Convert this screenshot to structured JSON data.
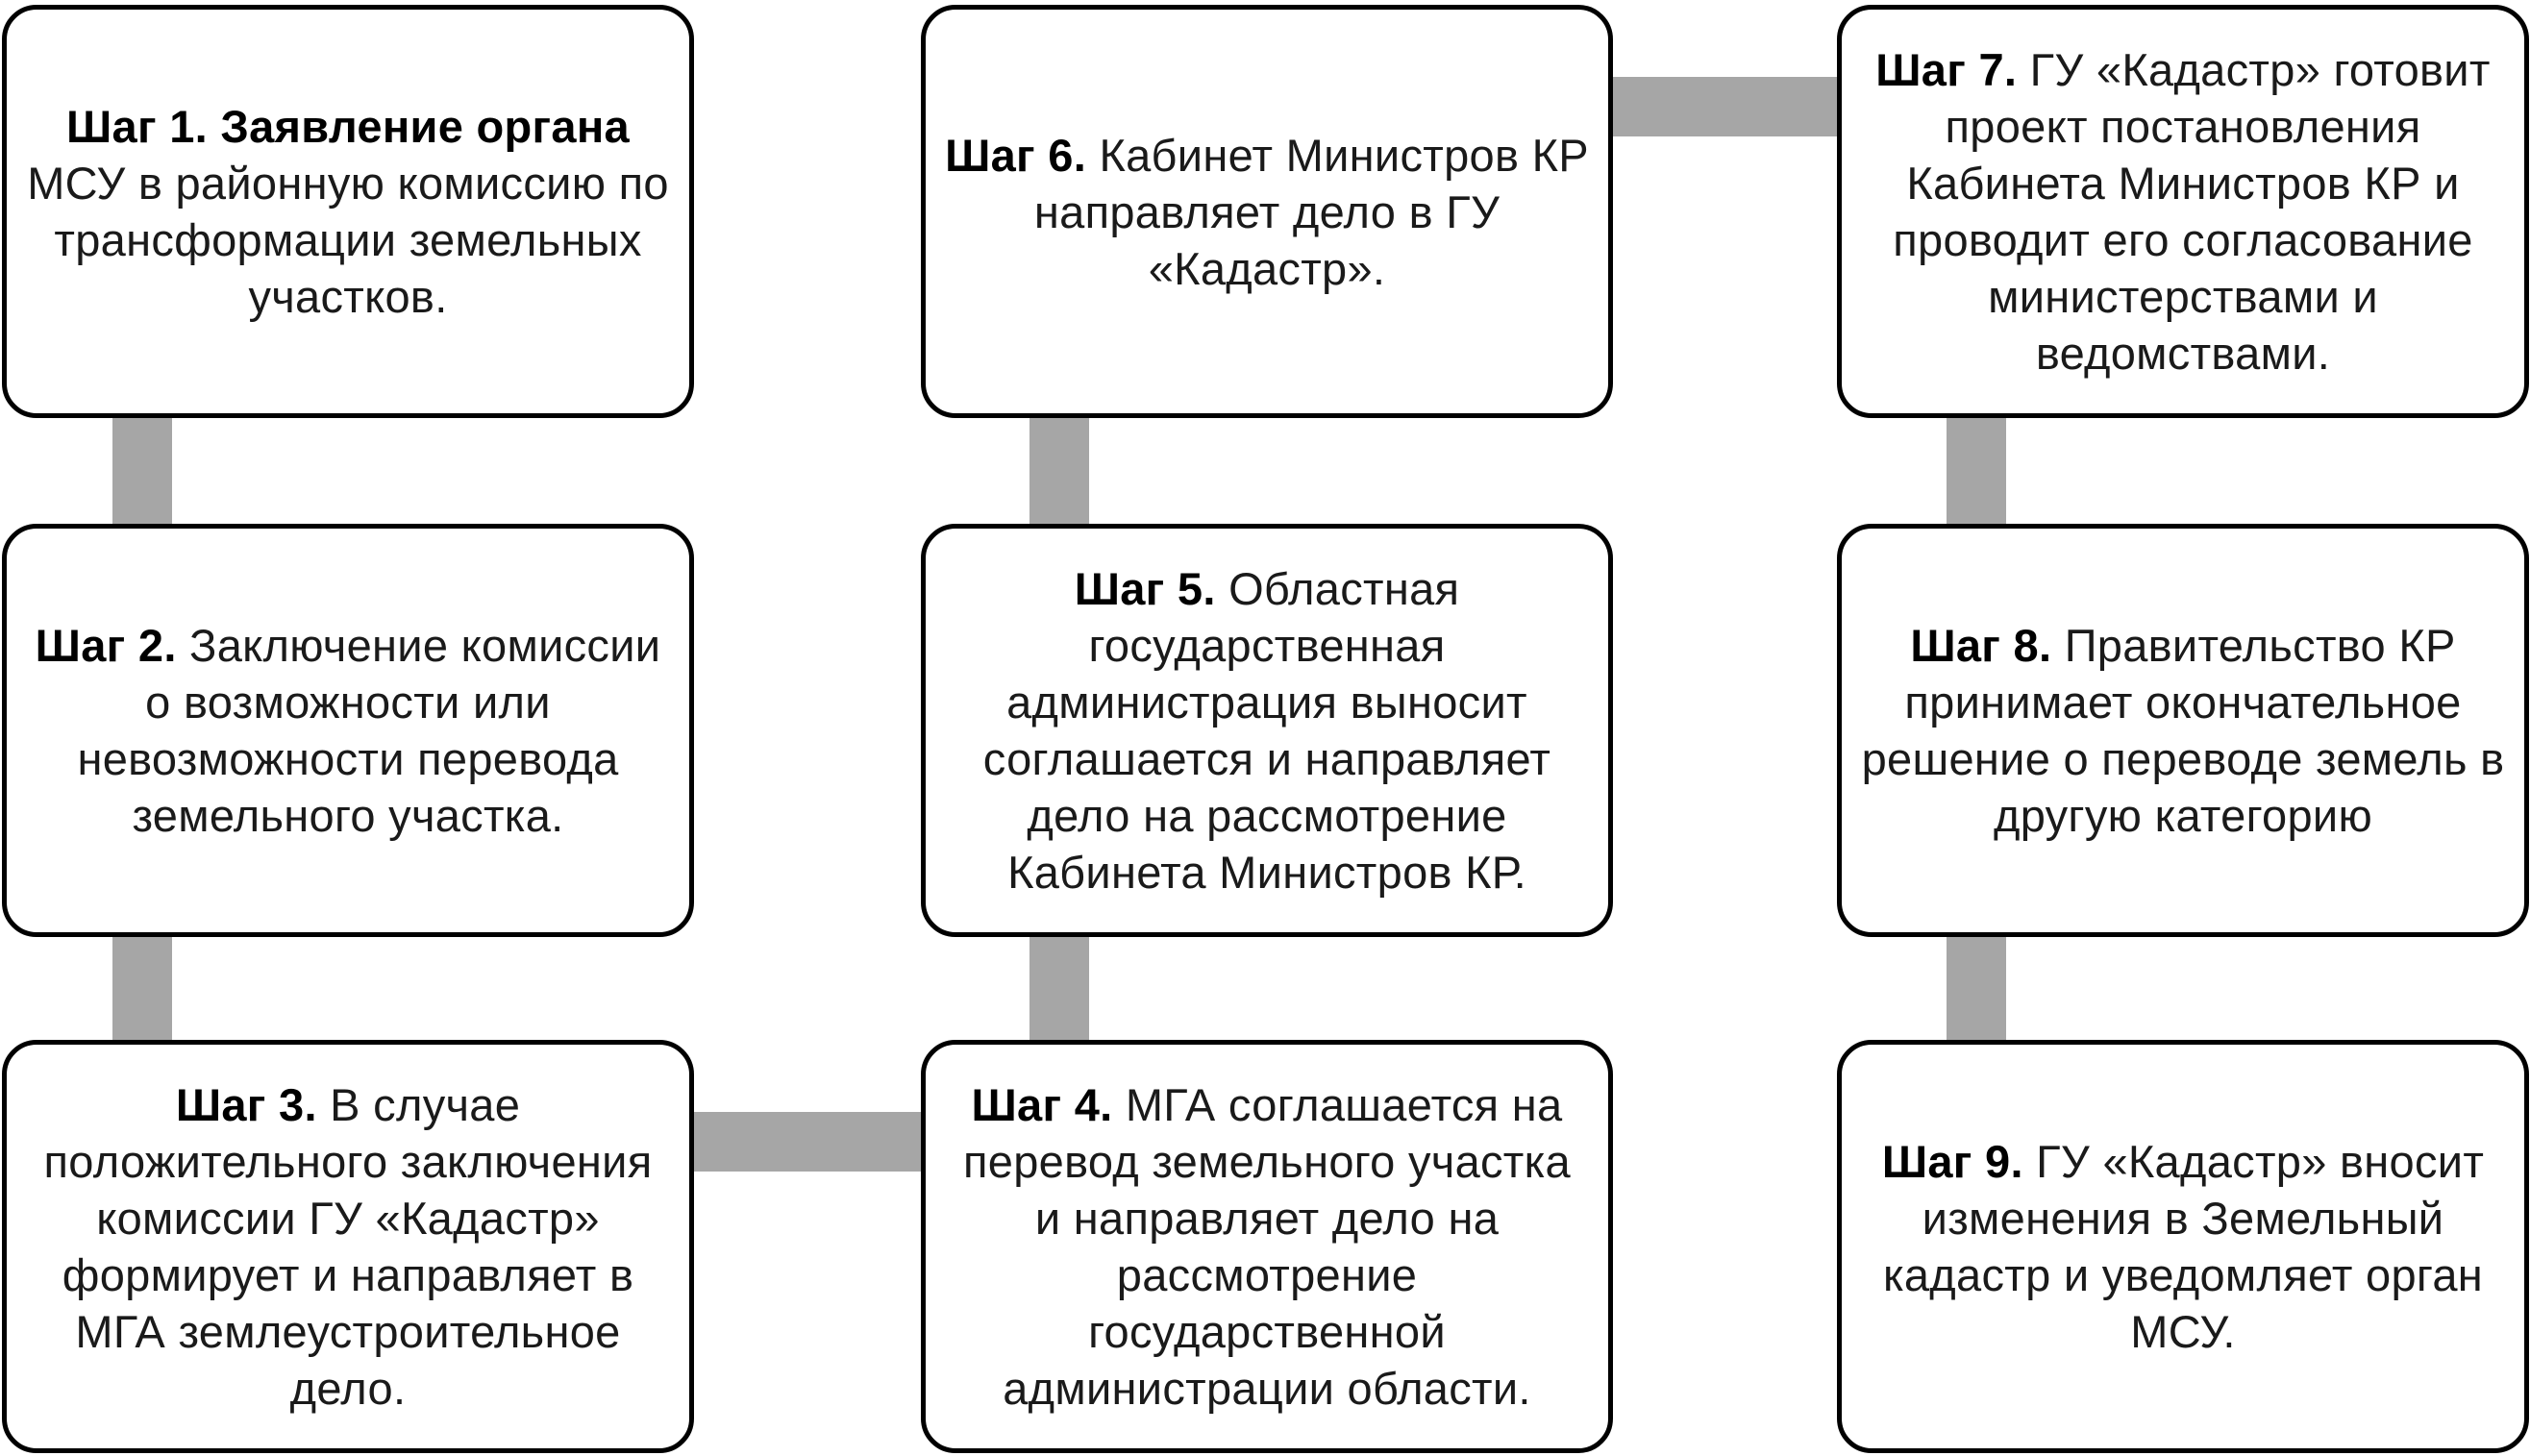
{
  "steps": [
    {
      "label": "Шаг 1.",
      "text_bold": true,
      "text": "Заявление органа МСУ в районную комиссию по трансформации земельных участков.",
      "text_lead_bold": "Заявление органа",
      "text_rest": "МСУ в районную комиссию по трансформации земельных участков."
    },
    {
      "label": "Шаг 2.",
      "text": "Заключение комиссии о возможности или невозможности перевода земельного участка."
    },
    {
      "label": "Шаг 3.",
      "text": "В случае положительного заключения комиссии ГУ «Кадастр» формирует и направляет в МГА землеустроительное дело."
    },
    {
      "label": "Шаг 4.",
      "text": "МГА соглашается на перевод земельного участка и направляет дело на рассмотрение государственной администрации области."
    },
    {
      "label": "Шаг 5.",
      "text": "Областная государственная администрация выносит соглашается и направляет дело на рассмотрение Кабинета Министров КР."
    },
    {
      "label": "Шаг 6.",
      "text": "Кабинет Министров КР направляет дело в ГУ «Кадастр»."
    },
    {
      "label": "Шаг 7.",
      "text": "ГУ «Кадастр» готовит проект постановления Кабинета Министров КР и проводит его согласование министерствами и ведомствами."
    },
    {
      "label": "Шаг 8.",
      "text": "Правительство КР принимает окончательное решение о переводе земель в другую категорию"
    },
    {
      "label": "Шаг 9.",
      "text": "ГУ «Кадастр» вносит изменения в Земельный кадастр и уведомляет орган МСУ."
    }
  ],
  "colors": {
    "box_border": "#000000",
    "connector": "#a6a6a6",
    "background": "#ffffff"
  }
}
